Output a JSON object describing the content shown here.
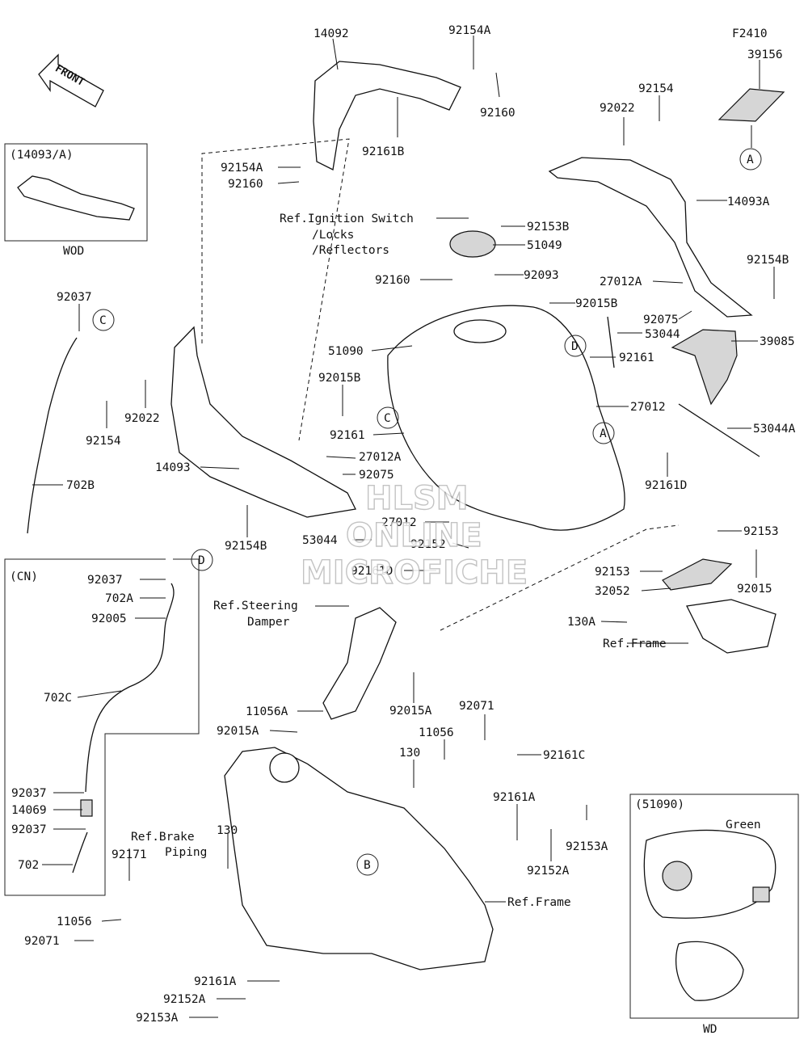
{
  "header": {
    "figure_code": "F2410"
  },
  "front_arrow": {
    "label": "FRONT"
  },
  "callouts": {
    "p14092": "14092",
    "p92154A_top": "92154A",
    "p92160_top": "92160",
    "p92154A_left": "92154A",
    "p92160_left": "92160",
    "p92161B": "92161B",
    "p39156": "39156",
    "p92154": "92154",
    "p92022_top": "92022",
    "p14093A": "14093A",
    "p92153B": "92153B",
    "p51049": "51049",
    "p92160_mid": "92160",
    "p92093": "92093",
    "p92154B_right": "92154B",
    "p27012A_right": "27012A",
    "p92015B_top": "92015B",
    "p92075_right": "92075",
    "p53044_right": "53044",
    "p39085": "39085",
    "p92037_left": "92037",
    "p51090": "51090",
    "p92015B_left": "92015B",
    "p92161_right": "92161",
    "p27012_right": "27012",
    "p53044A": "53044A",
    "p92154_left": "92154",
    "p92022_left": "92022",
    "p92161_mid": "92161",
    "p27012A_mid": "27012A",
    "p14093": "14093",
    "p92075_mid": "92075",
    "p92161D_right": "92161D",
    "p702B": "702B",
    "p92154B_left": "92154B",
    "p27012_mid": "27012",
    "p53044_mid": "53044",
    "p92152_mid": "92152",
    "p92161D_mid": "92161D",
    "p92153_right": "92153",
    "p92153_r2": "92153",
    "p32052": "32052",
    "p92015_right": "92015",
    "p130A": "130A",
    "p11056A": "11056A",
    "p92015A_right": "92015A",
    "p92015A_left": "92015A",
    "p92071_mid": "92071",
    "p11056_mid": "11056",
    "p130_mid": "130",
    "p92161C": "92161C",
    "p92161A_right": "92161A",
    "p92153A_right": "92153A",
    "p92152A_right": "92152A",
    "p92171": "92171",
    "p130_left": "130",
    "p11056_left": "11056",
    "p92071_left": "92071",
    "p92161A_bottom": "92161A",
    "p92152A_bottom": "92152A",
    "p92153A_bottom": "92153A"
  },
  "references": {
    "ignition_1": "Ref.Ignition Switch",
    "ignition_2": "/Locks",
    "ignition_3": "/Reflectors",
    "steering_1": "Ref.Steering",
    "steering_2": "Damper",
    "frame_right": "Ref.Frame",
    "frame_bottom": "Ref.Frame",
    "brake_1": "Ref.Brake",
    "brake_2": "Piping"
  },
  "circle_markers": {
    "A1": "A",
    "A2": "A",
    "B": "B",
    "C1": "C",
    "C2": "C",
    "D1": "D",
    "D2": "D"
  },
  "inset_14093A": {
    "title": "(14093/A)",
    "caption": "WOD"
  },
  "inset_cn": {
    "title": "(CN)",
    "labels": [
      "92037",
      "702A",
      "92005",
      "702C",
      "92037",
      "14069",
      "92037",
      "702"
    ]
  },
  "inset_51090": {
    "title": "(51090)",
    "green_label": "Green",
    "caption": "WD"
  },
  "watermark": {
    "line1": "HLSM",
    "line2": "ONLINE",
    "line3": "MICROFICHE"
  }
}
